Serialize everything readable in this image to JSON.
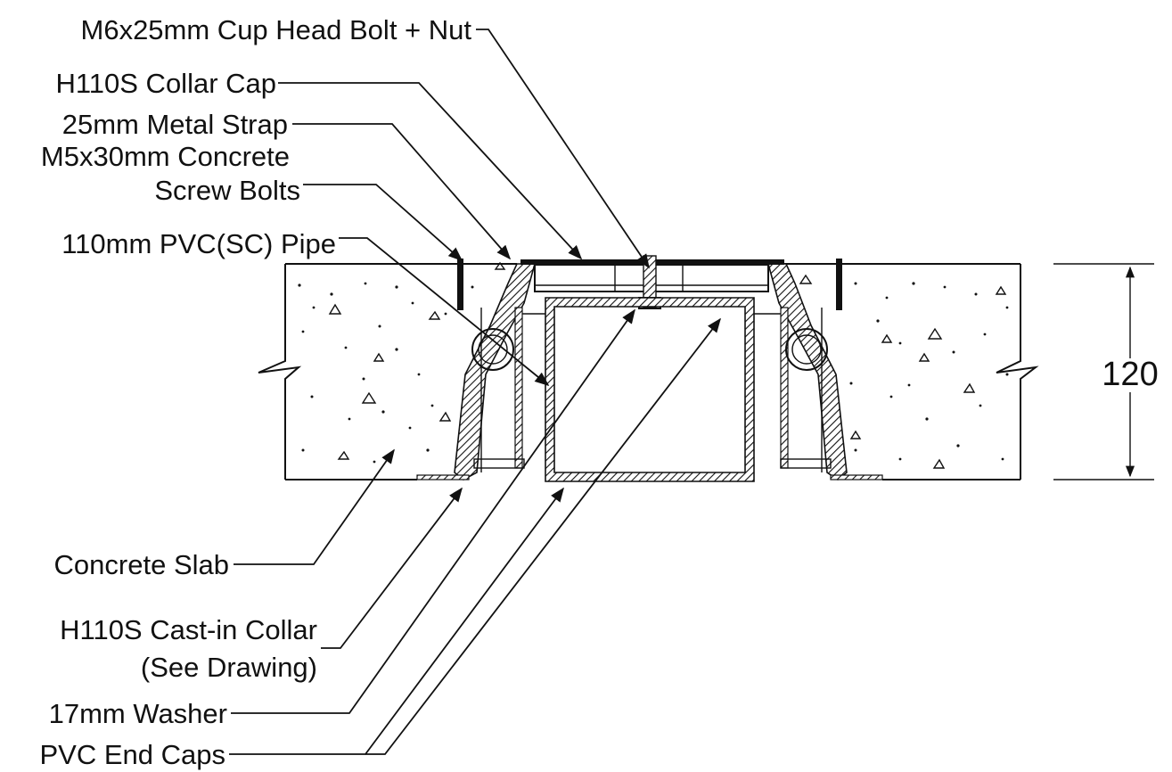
{
  "labels": {
    "bolt_nut": "M6x25mm Cup Head Bolt + Nut",
    "collar_cap": "H110S Collar Cap",
    "metal_strap": "25mm Metal Strap",
    "screw_bolts_line1": "M5x30mm Concrete",
    "screw_bolts_line2": "Screw Bolts",
    "pvc_pipe": "110mm PVC(SC) Pipe",
    "concrete_slab": "Concrete Slab",
    "cast_in_collar_line1": "H110S Cast-in Collar",
    "cast_in_collar_line2": "(See Drawing)",
    "washer": "17mm Washer",
    "end_caps": "PVC End Caps"
  },
  "dimension": {
    "slab_thickness": "120"
  }
}
